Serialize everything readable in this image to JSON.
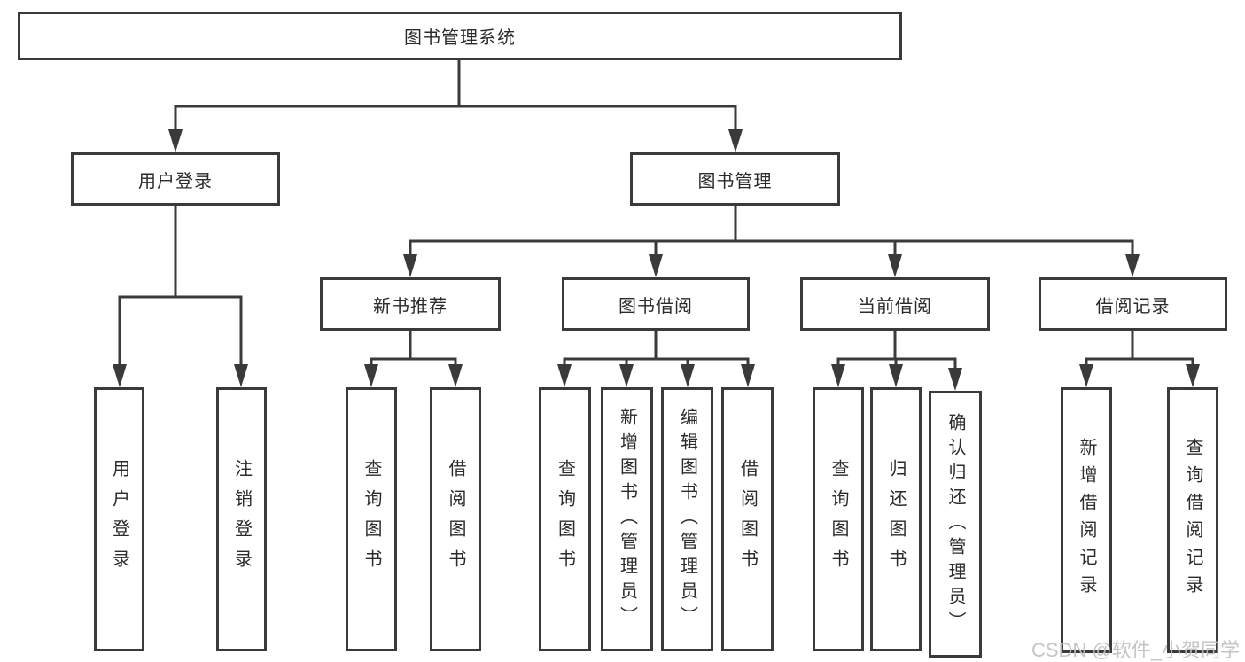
{
  "diagram": {
    "root": {
      "label": "图书管理系统"
    },
    "branches": [
      {
        "label": "用户登录",
        "children": [
          {
            "label": "用户登录"
          },
          {
            "label": "注销登录"
          }
        ]
      },
      {
        "label": "图书管理",
        "children": [
          {
            "label": "新书推荐",
            "children": [
              {
                "label": "查询图书"
              },
              {
                "label": "借阅图书"
              }
            ]
          },
          {
            "label": "图书借阅",
            "children": [
              {
                "label": "查询图书"
              },
              {
                "label": "新增图书（管理员）"
              },
              {
                "label": "编辑图书（管理员）"
              },
              {
                "label": "借阅图书"
              }
            ]
          },
          {
            "label": "当前借阅",
            "children": [
              {
                "label": "查询图书"
              },
              {
                "label": "归还图书"
              },
              {
                "label": "确认归还（管理员）"
              }
            ]
          },
          {
            "label": "借阅记录",
            "children": [
              {
                "label": "新增借阅记录"
              },
              {
                "label": "查询借阅记录"
              }
            ]
          }
        ]
      }
    ]
  },
  "watermark": {
    "text": "CSDN @软件_小贺同学"
  },
  "colors": {
    "line": "#3a3a3a",
    "text": "#2b2b2b",
    "box_bg": "#ffffff",
    "page_bg": "#ffffff",
    "watermark": "#bfbfbf"
  }
}
